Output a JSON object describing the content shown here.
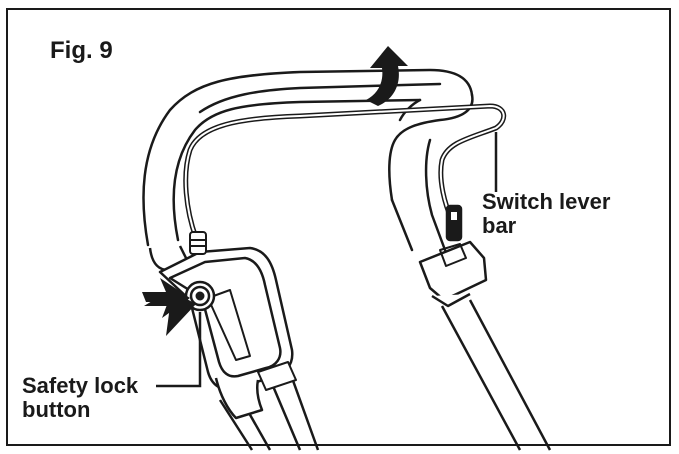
{
  "figure": {
    "title": "Fig. 9"
  },
  "callouts": {
    "switch_lever_line1": "Switch lever",
    "switch_lever_line2": "bar",
    "safety_lock_line1": "Safety lock",
    "safety_lock_line2": "button"
  },
  "icons": {
    "rotate_arrow": "curved-up-arrow-icon",
    "press_arrow": "push-arrow-icon"
  },
  "colors": {
    "ink": "#1a1a1a",
    "fill": "#ffffff",
    "shade": "#d9d9d9"
  }
}
